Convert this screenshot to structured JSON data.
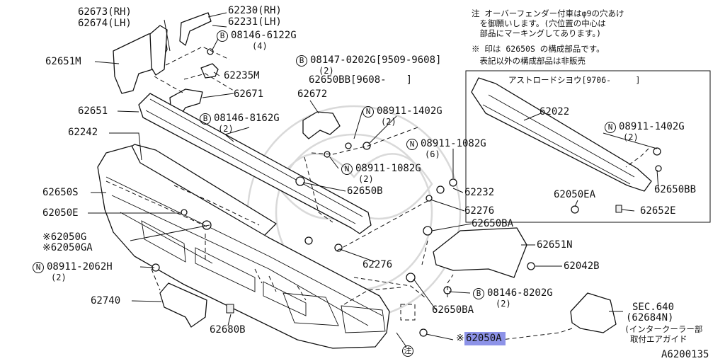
{
  "diagram_code": "A6200135",
  "notes": {
    "line1": "注 オーバーフェンダー付車はφ9の穴あけ",
    "line2": "　を御願いします。(穴位置の中心は",
    "line3": "　部品にマーキングしてあります。)",
    "line4": "※ 印は 62650S の構成部品です。",
    "line5": "　表記以外の構成部品は非販売"
  },
  "inset_title": "アストロードシヨウ[9706-　　　]",
  "labels": {
    "p62673": "62673(RH)",
    "p62674": "62674(LH)",
    "p62230": "62230(RH)",
    "p62231": "62231(LH)",
    "b6122": "08146-6122G",
    "b6122_qty": "(4)",
    "p62651m": "62651M",
    "p62235m": "62235M",
    "b0202": "08147-0202G[9509-9608]",
    "b0202_qty": "(2)",
    "p62650bb_a": "62650BB[9608-　　]",
    "p62671": "62671",
    "p62672": "62672",
    "p62651": "62651",
    "b8162": "08146-8162G",
    "b8162_qty": "(2)",
    "n1402_a": "08911-1402G",
    "n1402_a_qty": "(2)",
    "p62242": "62242",
    "n1082_r": "08911-1082G",
    "n1082_r_qty": "(6)",
    "n1082_l": "08911-1082G",
    "n1082_l_qty": "(2)",
    "p62022": "62022",
    "n1402_b": "08911-1402G",
    "n1402_b_qty": "(2)",
    "p62650s": "62650S",
    "p62650b": "62650B",
    "p62232": "62232",
    "p62650bb_b": "62650BB",
    "p62050e": "62050E",
    "p62276_a": "62276",
    "p62050ea": "62050EA",
    "p62652e": "62652E",
    "p62050g": "※62050G",
    "p62050ga": "※62050GA",
    "p62650ba_a": "62650BA",
    "p62651n": "62651N",
    "n2062": "08911-2062H",
    "n2062_qty": "(2)",
    "p62276_b": "62276",
    "p62042b": "62042B",
    "p62740": "62740",
    "b8202": "08146-8202G",
    "b8202_qty": "(2)",
    "p62650ba_b": "62650BA",
    "sec": "SEC.640",
    "p62684n": "(62684N)",
    "jp_guide_1": "(インタークーラー部",
    "jp_guide_2": "取付エアガイド",
    "p62680b": "62680B",
    "p62050a_mark": "※",
    "p62050a": "62050A",
    "note_mark": "注"
  },
  "circle_letters": {
    "bolt": "B",
    "nut": "N"
  },
  "highlight_color": "#8d93e8"
}
